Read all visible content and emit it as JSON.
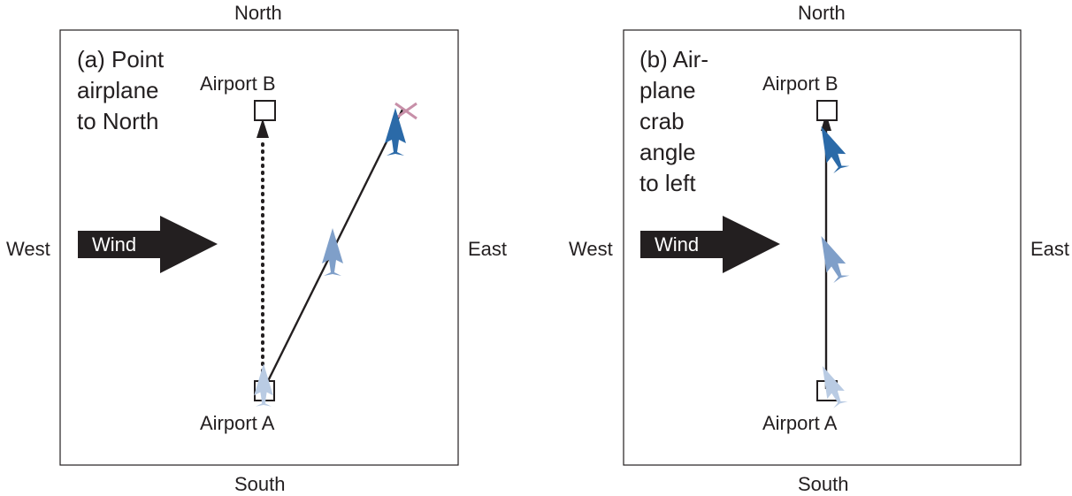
{
  "compass": {
    "north": "North",
    "south": "South",
    "west": "West",
    "east": "East"
  },
  "wind_label": "Wind",
  "colors": {
    "frame": "#231f20",
    "wind_arrow": "#231f20",
    "plane_dark": "#2b6aa8",
    "plane_mid": "#7f9fc9",
    "plane_light": "#b9cbe3",
    "miss_x": "#c78fa8"
  },
  "panels": [
    {
      "title_lines": [
        "(a) Point",
        "airplane",
        "to North"
      ],
      "airport_b": "Airport B",
      "airport_a": "Airport A"
    },
    {
      "title_lines": [
        "(b) Air-",
        "plane",
        "crab",
        "angle",
        "to left"
      ],
      "airport_b": "Airport B",
      "airport_a": "Airport A"
    }
  ]
}
